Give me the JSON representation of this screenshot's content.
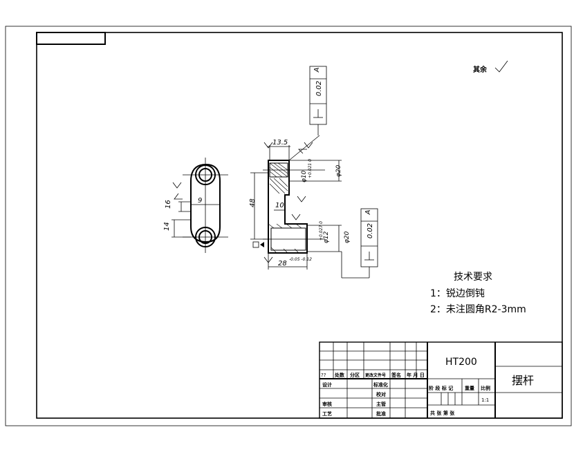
{
  "title_block": {
    "material": "HT200",
    "part_name": "摆杆",
    "scale": "1:1",
    "headers": {
      "mark": "??",
      "count": "处数",
      "zone": "分区",
      "change_doc": "更改文件号",
      "sign": "签名",
      "date": "年 月 日"
    },
    "roles": {
      "design": "设计",
      "standard": "标准化",
      "review": "审核",
      "process": "工艺",
      "proofread": "校对",
      "supervise": "主管",
      "approve": "批准"
    },
    "stage_labels": "阶 段 标 记",
    "weight": "重量",
    "scale_label": "比例",
    "sheets": "共    张  第    张"
  },
  "notes": {
    "heading": "技术要求",
    "items": [
      "1：锐边倒钝",
      "2：未注圆角R2-3mm"
    ],
    "surface": "其余"
  },
  "tolerance": {
    "perp_top": {
      "value": "0.02",
      "datum": "A"
    },
    "perp_bottom": {
      "value": "0.02",
      "datum": "A"
    }
  },
  "dims": {
    "d135": "13.5",
    "dia20_top": "φ20",
    "hole_top": "φ10",
    "hole_top_tol": "+0.021 0",
    "h48": "48",
    "w10": "10",
    "dia20_bottom": "φ20",
    "hole_bottom": "φ12",
    "hole_bottom_tol": "+0.027 0",
    "len28": "28",
    "len28_tol": "-0.05 -0.12",
    "w9": "9",
    "w16": "16",
    "w14": "14"
  }
}
